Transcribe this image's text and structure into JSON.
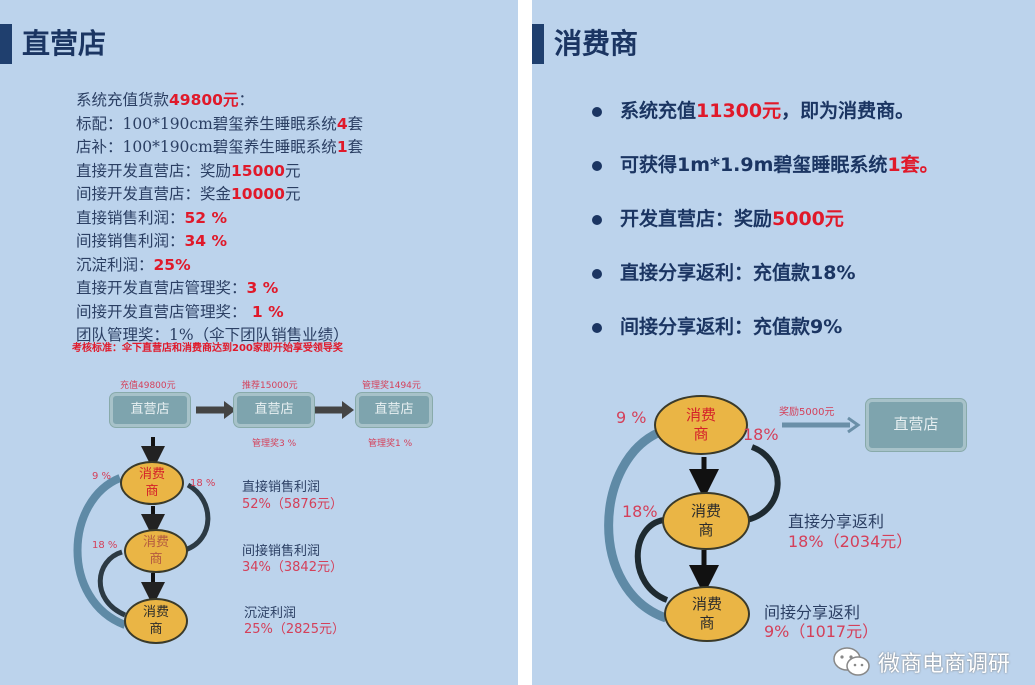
{
  "left": {
    "title": "直营店",
    "lines": [
      {
        "text": "系统充值货款",
        "hl": "49800元",
        "tail": "："
      },
      {
        "text": "标配：100*190cm碧玺养生睡眠系统",
        "hl": "4",
        "tail": "套"
      },
      {
        "text": "店补：100*190cm碧玺养生睡眠系统",
        "hl": "1",
        "tail": "套"
      },
      {
        "text": "直接开发直营店：奖励",
        "hl": "15000",
        "tail": "元"
      },
      {
        "text": "间接开发直营店：奖金",
        "hl": "10000",
        "tail": "元"
      },
      {
        "text": "直接销售利润：",
        "hl": "52 %",
        "tail": ""
      },
      {
        "text": "间接销售利润：",
        "hl": "34 %",
        "tail": ""
      },
      {
        "text": "沉淀利润：",
        "hl": "25%",
        "tail": ""
      },
      {
        "text": "直接开发直营店管理奖：",
        "hl": "3 %",
        "tail": ""
      },
      {
        "text": "间接开发直营店管理奖：",
        "hl": " 1 %",
        "tail": ""
      },
      {
        "text": "团队管理奖：1%（伞下团队销售业绩）",
        "hl": "",
        "tail": ""
      }
    ],
    "note": "考核标准：伞下直营店和消费商达到200家即开始享受领导奖",
    "diagram": {
      "store_label": "直营店",
      "top_labels": [
        "充值49800元",
        "推荐15000元",
        "管理奖1494元"
      ],
      "bottom_labels": [
        "管理奖3 %",
        "管理奖1 %"
      ],
      "consumer_label": "消费商",
      "pct_9": "9 %",
      "pct_18a": "18 %",
      "pct_18b": "18 %",
      "profits": [
        {
          "name": "直接销售利润",
          "value": "52%（5876元）"
        },
        {
          "name": "间接销售利润",
          "value": "34%（3842元）"
        },
        {
          "name": "沉淀利润",
          "value": "25%（2825元）"
        }
      ]
    }
  },
  "right": {
    "title": "消费商",
    "bullets": [
      {
        "text": "系统充值",
        "hl": "11300元",
        "tail": "，即为消费商。"
      },
      {
        "text": "可获得1m*1.9m碧玺睡眠系统",
        "hl": "1套。",
        "tail": ""
      },
      {
        "text": "开发直营店：奖励",
        "hl": "5000元",
        "tail": ""
      },
      {
        "text": "直接分享返利：充值款18%",
        "hl": "",
        "tail": ""
      },
      {
        "text": "间接分享返利：充值款9%",
        "hl": "",
        "tail": ""
      }
    ],
    "diagram": {
      "reward_label": "奖励5000元",
      "store_label": "直营店",
      "consumer_label": "消费商",
      "pct_9": "9 %",
      "pct_18a": "18%",
      "pct_18b": "18%",
      "rebates": [
        {
          "name": "直接分享返利",
          "value": "18%（2034元）"
        },
        {
          "name": "间接分享返利",
          "value": "9%（1017元）"
        }
      ]
    }
  },
  "watermark": {
    "text": "微商电商调研",
    "icon": "wechat-icon"
  },
  "colors": {
    "background": "#bcd3ec",
    "title": "#1b3562",
    "highlight": "#e0192a",
    "consumer": "#eab545",
    "store": "#7ea4ae"
  }
}
